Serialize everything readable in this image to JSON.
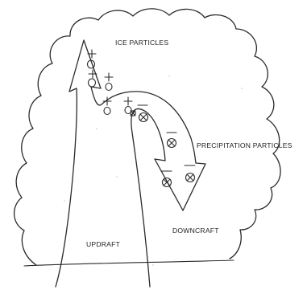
{
  "diagram": {
    "labels": {
      "ice_particles": "ICE PARTICLES",
      "precipitation_particles": "PRECIPITATION PARTICLES",
      "downdraft": "DOWNCRAFT",
      "updraft": "UPDRAFT"
    },
    "ink_color": "#2a2a2a",
    "background_color": "#ffffff"
  }
}
